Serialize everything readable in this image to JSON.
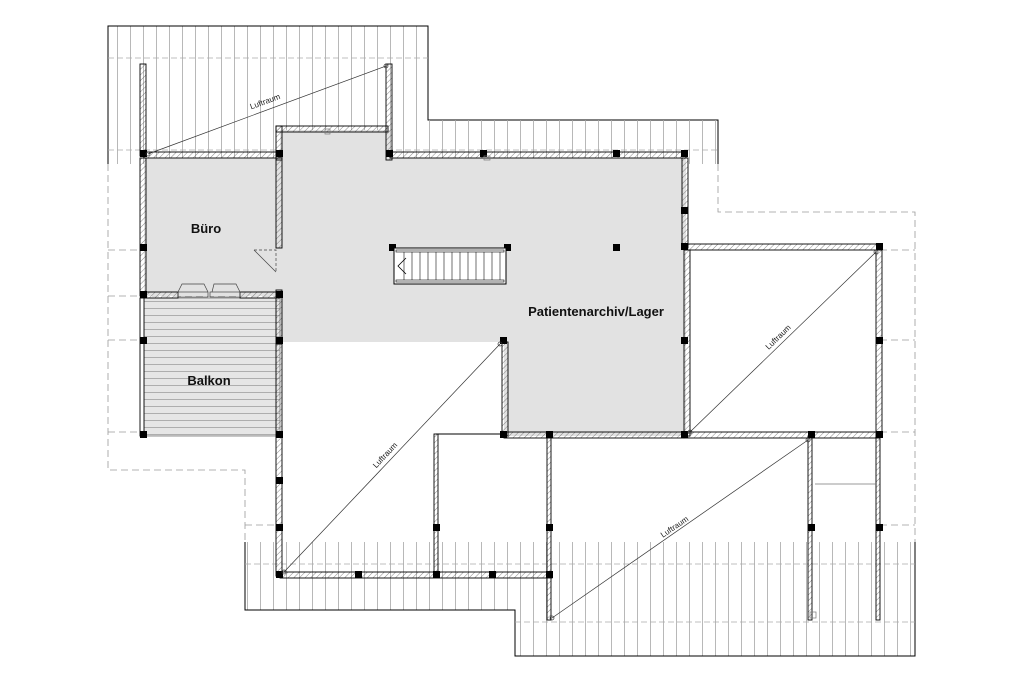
{
  "rooms": {
    "office": "Büro",
    "balcony": "Balkon",
    "archive": "Patientenarchiv/Lager"
  },
  "voids": {
    "top_left": "Luftraum",
    "right": "Luftraum",
    "center": "Luftraum",
    "bottom_right": "Luftraum"
  },
  "colors": {
    "floor_fill": "#e2e2e2",
    "wall": "#000000",
    "roof_line": "#9a9a9a",
    "page": "#ffffff"
  }
}
